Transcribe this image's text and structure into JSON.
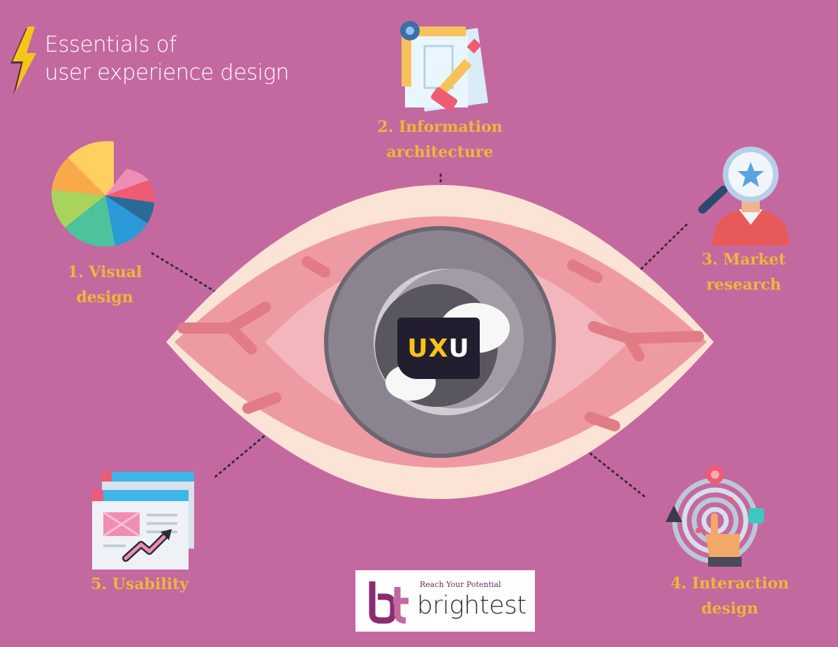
{
  "title": {
    "line1": "Essentials of",
    "line2": "user experience design"
  },
  "center_logo": {
    "part1": "UX",
    "part2": "U"
  },
  "items": [
    {
      "line1": "1. Visual",
      "line2": "design",
      "icon": "color-wheel-icon"
    },
    {
      "line1": "2. Information",
      "line2": "architecture",
      "icon": "blueprint-icon"
    },
    {
      "line1": "3. Market",
      "line2": "research",
      "icon": "magnifier-person-icon"
    },
    {
      "line1": "4. Interaction",
      "line2": "design",
      "icon": "touch-target-icon"
    },
    {
      "line1": "5. Usability",
      "line2": "",
      "icon": "browser-windows-icon"
    }
  ],
  "brand": {
    "tagline": "Reach Your Potential",
    "name": "brightest",
    "mark": "bt"
  },
  "colors": {
    "background": "#c4699f",
    "label": "#f2b43a",
    "eye_outer": "#fbe3d5",
    "eye_inner": "#ee9aa2",
    "bolt": "#f5c518"
  }
}
